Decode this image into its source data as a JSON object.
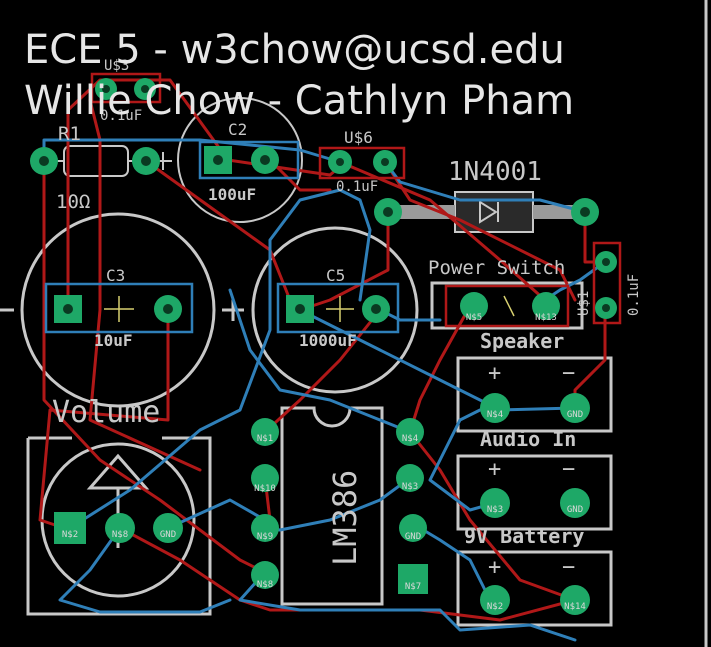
{
  "title": {
    "line1": "ECE 5 - w3chow@ucsd.edu",
    "line2": "Willie Chow - Cathlyn Pham"
  },
  "components": {
    "r1_name": "R1",
    "r1_value": "10Ω",
    "c2_name": "C2",
    "c2_value": "100uF",
    "c3_name": "C3",
    "c3_value": "10uF",
    "c5_name": "C5",
    "c5_value": "1000uF",
    "u3_name": "U$3",
    "u3_value": "0.1uF",
    "u6_name": "U$6",
    "u6_value": "0.1uF",
    "u1_name": "U$1",
    "u1_value": "0.1uF",
    "diode": "1N4001",
    "power_switch": "Power Switch",
    "speaker": "Speaker",
    "audio_in": "Audio In",
    "battery": "9V Battery",
    "volume": "Volume",
    "ic": "LM386"
  },
  "pad_labels": {
    "ic_left": [
      "N$1",
      "N$10",
      "N$9",
      "N$8"
    ],
    "ic_right": [
      "N$4",
      "N$3",
      "GND",
      "N$7"
    ],
    "volume": [
      "N$2",
      "N$8",
      "GND"
    ],
    "switch": [
      "N$5",
      "N$13"
    ],
    "speaker": [
      "N$4",
      "GND"
    ],
    "audio": [
      "N$3",
      "GND"
    ],
    "battery": [
      "N$2",
      "N$14"
    ]
  },
  "polarity": {
    "plus": "+",
    "minus": "−"
  },
  "colors": {
    "background": "#000000",
    "top_copper": "#b01818",
    "bottom_copper": "#2f7fb8",
    "pad": "#1ea867",
    "silkscreen": "#c8c8c8"
  }
}
